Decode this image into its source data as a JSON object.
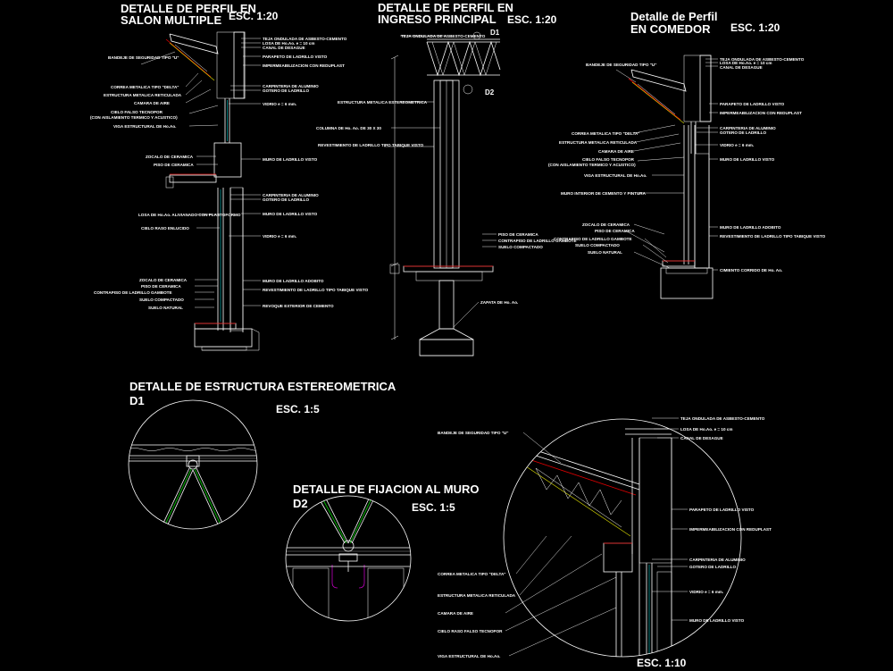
{
  "titles": {
    "salon_line1": "DETALLE DE PERFIL EN",
    "salon_line2": "SALON MULTIPLE",
    "salon_scale": "ESC. 1:20",
    "ingreso_line1": "DETALLE DE PERFIL EN",
    "ingreso_line2": "INGRESO PRINCIPAL",
    "ingreso_scale": "ESC. 1:20",
    "comedor_line1": "Detalle de Perfil",
    "comedor_line2": "EN COMEDOR",
    "comedor_scale": "ESC. 1:20",
    "estructura": "DETALLE DE ESTRUCTURA ESTEREOMETRICA",
    "d1": "D1",
    "d1_scale": "ESC. 1:5",
    "fijacion": "DETALLE DE FIJACION AL MURO",
    "d2": "D2",
    "d2_scale": "ESC. 1:5",
    "big_scale": "ESC. 1:10",
    "ingreso_d1": "D1",
    "ingreso_d2": "D2"
  },
  "labels_salon": [
    "TEJA ONDULADA DE ASBESTO-CEMENTO",
    "LOSA DE Ho.Ao. e = 10 cm",
    "CANAL DE DESAGUE",
    "PARAPETO DE LADRILLO VISTO",
    "IMPERMEABILIZACION CON REDUPLAST",
    "CARPINTERIA DE ALUMINIO",
    "GOTERO DE LADRILLO",
    "VIDRIO e = 6 mm.",
    "ZOCALO DE CERAMICA",
    "PISO DE CERAMICA",
    "MURO DE LADRILLO VISTO",
    "CARPINTERIA DE ALUMINIO",
    "GOTERO DE LADRILLO",
    "MURO DE LADRILLO VISTO",
    "VIDRIO e = 6 mm.",
    "MURO DE LADRILLO ADOBITO",
    "REVESTIMIENTO DE LADRILLO TIPO TABIQUE VISTO",
    "REVOQUE EXTERIOR DE CEMENTO"
  ],
  "labels_salon_left": [
    "BANDEJE DE SEGURIDAD TIPO \"U\"",
    "CORREA METALICA TIPO \"DELTA\"",
    "ESTRUCTURA METALICA RETICULADA",
    "CAMARA DE AIRE",
    "CIELO FALSO TECNOPOR",
    "(CON AISLAMIENTO TERMICO Y ACUSTICO)",
    "VIGA ESTRUCTURAL DE Ho.Ao.",
    "ZOCALO DE CERAMICA",
    "PISO DE CERAMICA",
    "LOSA DE Ho.Ao. ALIVIANADO CON PLASTOFORMO",
    "CIELO RASO ENLUCIDO",
    "ZOCALO DE CERAMICA",
    "PISO DE CERAMICA",
    "CONTRAPISO DE LADRILLO GAMBOTE",
    "SUELO COMPACTADO",
    "SUELO NATURAL"
  ],
  "labels_ingreso": [
    "TEJA ONDULADA DE ASBESTO-CEMENTO",
    "ESTRUCTURA METALICA ESTEREOMETRICA",
    "COLUMNA DE Ho. Ao. DE 30 X 30",
    "REVESTIMIENTO DE LADRILLO TIPO TABIQUE VISTO",
    "PISO DE CERAMICA",
    "CONTRAPISO DE LADRILLO GAMBOTE",
    "SUELO COMPACTADO",
    "ZAPATA DE Ho. Ao."
  ],
  "labels_comedor_right": [
    "TEJA ONDULADA DE ASBESTO-CEMENTO",
    "LOSA DE Ho.Ao. e = 10 cm",
    "CANAL DE DESAGUE",
    "PARAPETO DE LADRILLO VISTO",
    "IMPERMEABILIZACION CON REDUPLAST",
    "CARPINTERIA DE ALUMINIO",
    "GOTERO DE LADRILLO",
    "VIDRIO e = 6 mm.",
    "MURO DE LADRILLO VISTO",
    "MURO DE LADRILLO ADOBITO",
    "REVESTIMIENTO DE LADRILLO TIPO TABIQUE VISTO",
    "CIMIENTO CORRIDO DE Ho. Ao."
  ],
  "labels_comedor_left": [
    "BANDEJE DE SEGURIDAD TIPO \"U\"",
    "CORREA METALICA TIPO \"DELTA\"",
    "ESTRUCTURA METALICA RETICULADA",
    "CAMARA DE AIRE",
    "CIELO FALSO TECNOPOR",
    "(CON AISLAMIENTO TERMICO Y ACUSTICO)",
    "VIGA ESTRUCTURAL DE Ho.Ao.",
    "MURO INTERIOR DE CEMENTO Y PINTURA",
    "ZOCALO DE CERAMICA",
    "PISO DE CERAMICA",
    "CONTRAPISO DE LADRILLO GAMBOTE",
    "SUELO COMPACTADO",
    "SUELO NATURAL"
  ],
  "labels_big_right": [
    "TEJA ONDULADA DE ASBESTO-CEMENTO",
    "LOSA DE Ho.Ao. e = 10 cm",
    "CANAL DE DESAGUE",
    "PARAPETO DE LADRILLO VISTO",
    "IMPERMEABILIZACION CON REDUPLAST",
    "CARPINTERIA DE ALUMINIO",
    "GOTERO DE LADRILLO",
    "VIDRIO e = 6 mm.",
    "MURO DE LADRILLO VISTO"
  ],
  "labels_big_left": [
    "BANDEJE DE SEGURIDAD TIPO \"U\"",
    "CORREA METALICA TIPO \"DELTA\"",
    "ESTRUCTURA METALICA RETICULADA",
    "CAMARA DE AIRE",
    "CIELO RASO FALSO TECNOPOR",
    "VIGA ESTRUCTURAL DE Ho.Ao."
  ],
  "colors": {
    "background": "#000000",
    "lines": "#ffffff",
    "accent_red": "#e00000",
    "hatch_gray": "#9a9a9a",
    "accent_yellow": "#e0e000",
    "accent_green": "#00c000"
  }
}
